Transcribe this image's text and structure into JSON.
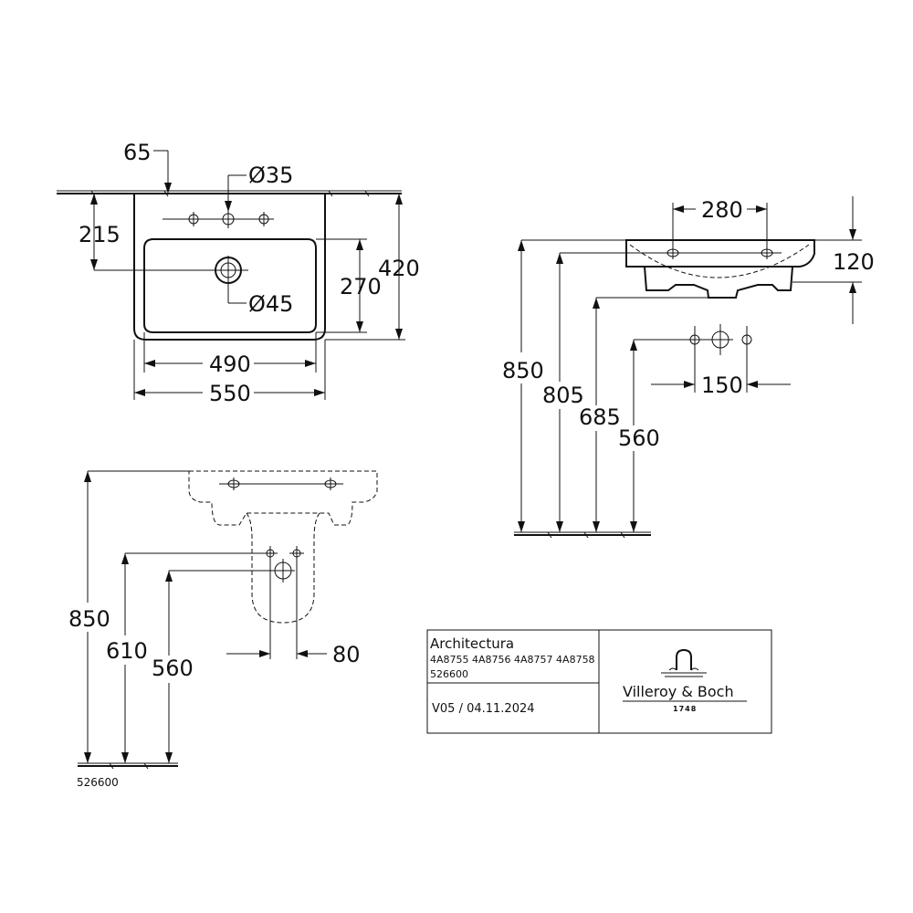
{
  "top_view": {
    "dim_65": "65",
    "dim_d35": "Ø35",
    "dim_215": "215",
    "dim_270": "270",
    "dim_420": "420",
    "dim_d45": "Ø45",
    "dim_490": "490",
    "dim_550": "550"
  },
  "side_view": {
    "dim_280": "280",
    "dim_120": "120",
    "dim_850": "850",
    "dim_805": "805",
    "dim_685": "685",
    "dim_560": "560",
    "dim_150": "150"
  },
  "front_view": {
    "dim_850": "850",
    "dim_610": "610",
    "dim_560": "560",
    "dim_80": "80",
    "drawing_number": "526600"
  },
  "title_block": {
    "product": "Architectura",
    "codes": "4A8755 4A8756 4A8757 4A8758",
    "number": "526600",
    "version": "V05 / 04.11.2024",
    "brand": "Villeroy & Boch",
    "year": "1748"
  }
}
